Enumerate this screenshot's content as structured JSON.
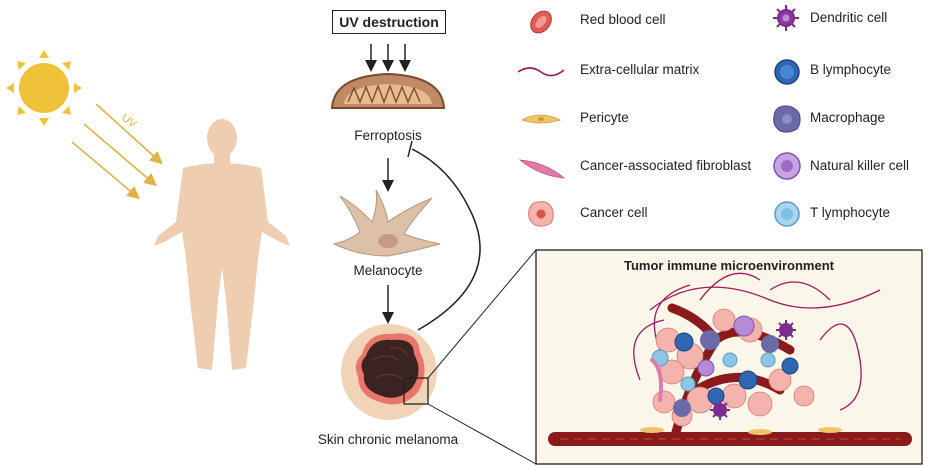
{
  "steps": {
    "uv_destruction": "UV destruction",
    "ferroptosis": "Ferroptosis",
    "melanocyte": "Melanocyte",
    "melanoma": "Skin chronic melanoma"
  },
  "uv_label": "UV",
  "tme_title": "Tumor immune microenvironment",
  "legend": [
    {
      "icon": "red-blood-cell-icon",
      "label": "Red blood cell"
    },
    {
      "icon": "extracellular-matrix-icon",
      "label": "Extra-cellular matrix"
    },
    {
      "icon": "pericyte-icon",
      "label": "Pericyte"
    },
    {
      "icon": "fibroblast-icon",
      "label": "Cancer-associated fibroblast"
    },
    {
      "icon": "cancer-cell-icon",
      "label": "Cancer cell"
    },
    {
      "icon": "dendritic-cell-icon",
      "label": "Dendritic cell"
    },
    {
      "icon": "b-lymphocyte-icon",
      "label": "B lymphocyte"
    },
    {
      "icon": "macrophage-icon",
      "label": "Macrophage"
    },
    {
      "icon": "nk-cell-icon",
      "label": "Natural killer cell"
    },
    {
      "icon": "t-lymphocyte-icon",
      "label": "T lymphocyte"
    }
  ],
  "colors": {
    "sun": "#f0c23a",
    "skin": "#efcdb0",
    "vessel": "#8b1a1a",
    "ecm": "#a0185e",
    "cancer": "#f2a6a2",
    "b_cell": "#2f67b3",
    "macrophage": "#6a6aa8",
    "nk_cell": "#b58ad6",
    "t_cell": "#8cc6e4",
    "dendritic": "#7a2d8c"
  }
}
